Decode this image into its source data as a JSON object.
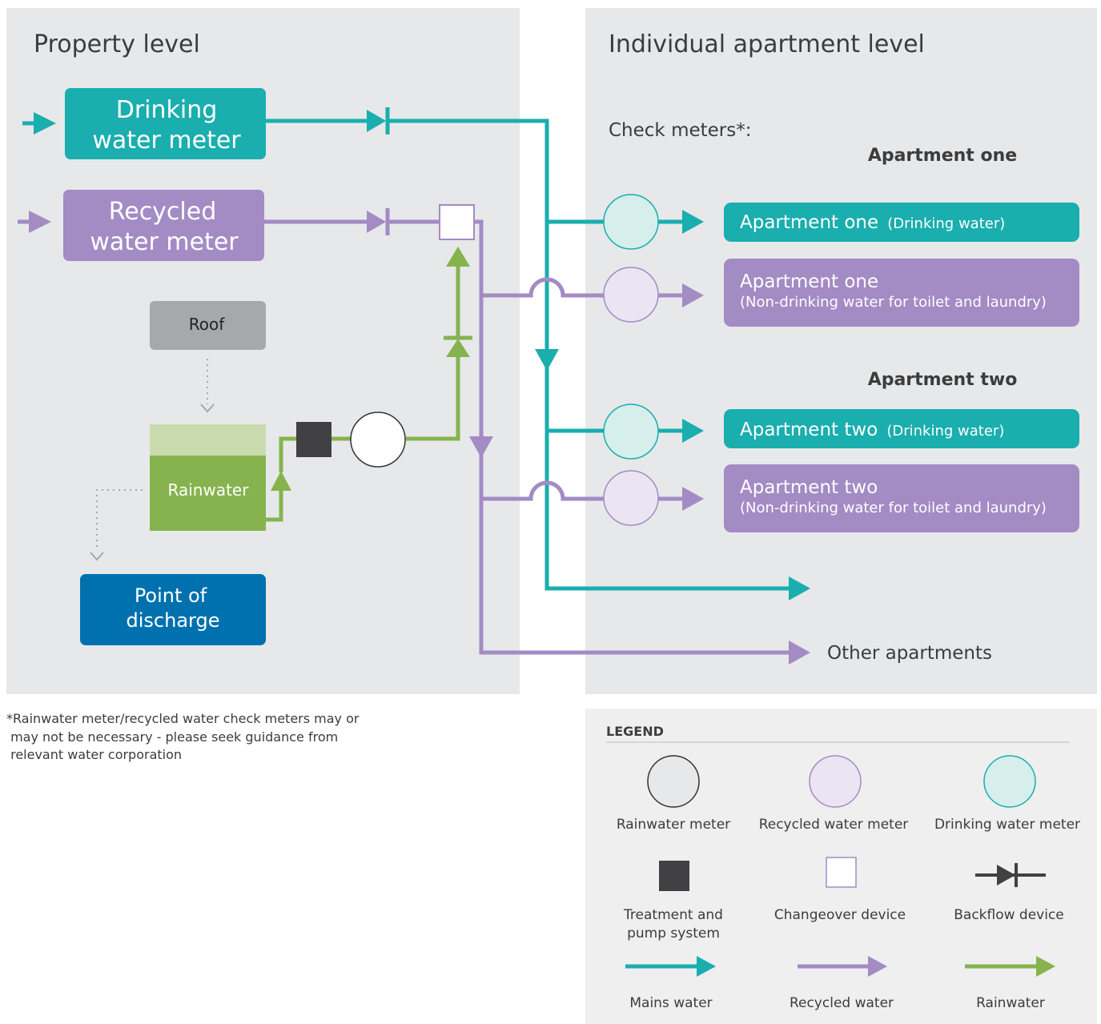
{
  "panels": {
    "property_title": "Property level",
    "apartment_title": "Individual apartment level"
  },
  "property": {
    "drinking_meter": [
      "Drinking",
      "water meter"
    ],
    "recycled_meter": [
      "Recycled",
      "water meter"
    ],
    "roof": "Roof",
    "rainwater_tank": "Rainwater",
    "discharge": [
      "Point of",
      "discharge"
    ]
  },
  "apartments": {
    "check_meters_label": "Check meters*:",
    "apt1_heading": "Apartment one",
    "apt1_drinking_main": "Apartment one",
    "apt1_drinking_sub": "(Drinking water)",
    "apt1_recycled_main": "Apartment one",
    "apt1_recycled_sub": "(Non-drinking water for toilet and laundry)",
    "apt2_heading": "Apartment two",
    "apt2_drinking_main": "Apartment two",
    "apt2_drinking_sub": "(Drinking water)",
    "apt2_recycled_main": "Apartment two",
    "apt2_recycled_sub": "(Non-drinking water for toilet and laundry)",
    "other": "Other apartments"
  },
  "footnote": [
    "*Rainwater meter/recycled water check meters may or",
    " may not be necessary - please seek guidance from",
    " relevant water corporation"
  ],
  "legend": {
    "title": "LEGEND",
    "rainwater_meter": "Rainwater meter",
    "recycled_meter": "Recycled water meter",
    "drinking_meter": "Drinking water meter",
    "treatment": [
      "Treatment and",
      "pump system"
    ],
    "changeover": "Changeover device",
    "backflow": "Backflow device",
    "mains": "Mains water",
    "recycled": "Recycled water",
    "rainwater": "Rainwater"
  },
  "colors": {
    "teal": "#1aaeae",
    "purple": "#a38bc4",
    "green": "#86b34e",
    "grey_box": "#a7a8aa",
    "blue": "#0071ae",
    "panel": "#e7e8ea"
  }
}
